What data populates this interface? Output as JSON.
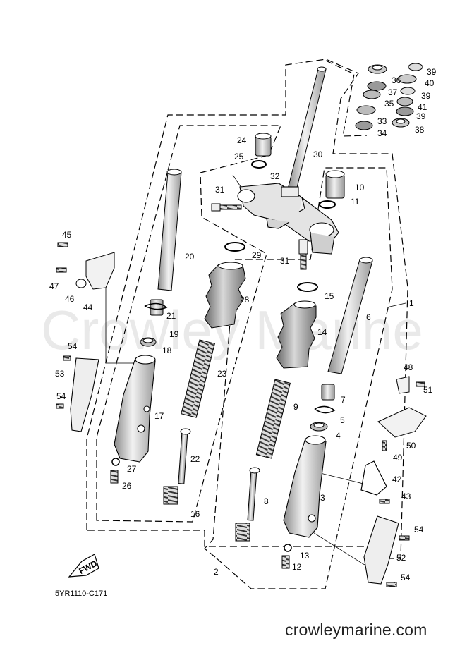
{
  "diagram": {
    "code": "5YR1110-C171",
    "website": "crowleymarine.com",
    "watermark": "Crowley Marine",
    "fwd_label": "FWD",
    "labels": {
      "p1": "1",
      "p2": "2",
      "p3": "3",
      "p4": "4",
      "p5": "5",
      "p6": "6",
      "p7": "7",
      "p8": "8",
      "p9": "9",
      "p10": "10",
      "p11": "11",
      "p12": "12",
      "p13": "13",
      "p14": "14",
      "p15": "15",
      "p16": "16",
      "p17": "17",
      "p18": "18",
      "p19": "19",
      "p20": "20",
      "p21": "21",
      "p22": "22",
      "p23": "23",
      "p24": "24",
      "p25": "25",
      "p26": "26",
      "p27": "27",
      "p28": "28",
      "p29": "29",
      "p30": "30",
      "p31a": "31",
      "p31b": "31",
      "p32": "32",
      "p33": "33",
      "p34": "34",
      "p35": "35",
      "p36": "36",
      "p37": "37",
      "p38": "38",
      "p39a": "39",
      "p39b": "39",
      "p39c": "39",
      "p40": "40",
      "p41": "41",
      "p42": "42",
      "p43": "43",
      "p44": "44",
      "p45": "45",
      "p46": "46",
      "p47": "47",
      "p48": "48",
      "p49": "49",
      "p50": "50",
      "p51": "51",
      "p52": "52",
      "p53": "53",
      "p54a": "54",
      "p54b": "54",
      "p54c": "54",
      "p54d": "54"
    }
  }
}
